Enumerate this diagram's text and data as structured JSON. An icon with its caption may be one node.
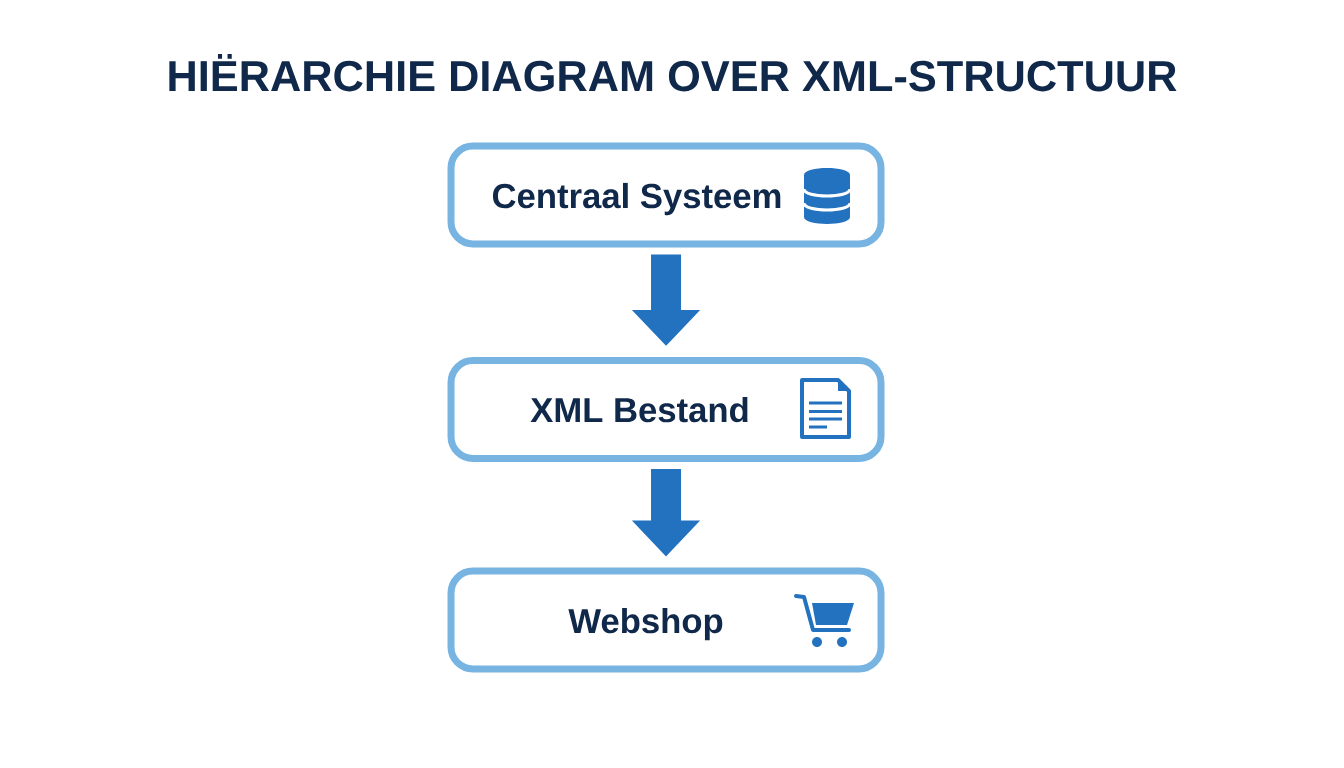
{
  "diagram": {
    "title": "HIËRARCHIE DIAGRAM OVER XML-STRUCTUUR",
    "nodes": [
      {
        "text": [
          "Centraal Systeem"
        ]
      },
      {
        "text": [
          "XML Bestand"
        ]
      },
      {
        "text": [
          "Webshop"
        ]
      }
    ],
    "edges": [
      {
        "from": 0,
        "to": 1,
        "arrow": "to"
      },
      {
        "from": 1,
        "to": 2,
        "arrow": "to"
      }
    ]
  }
}
